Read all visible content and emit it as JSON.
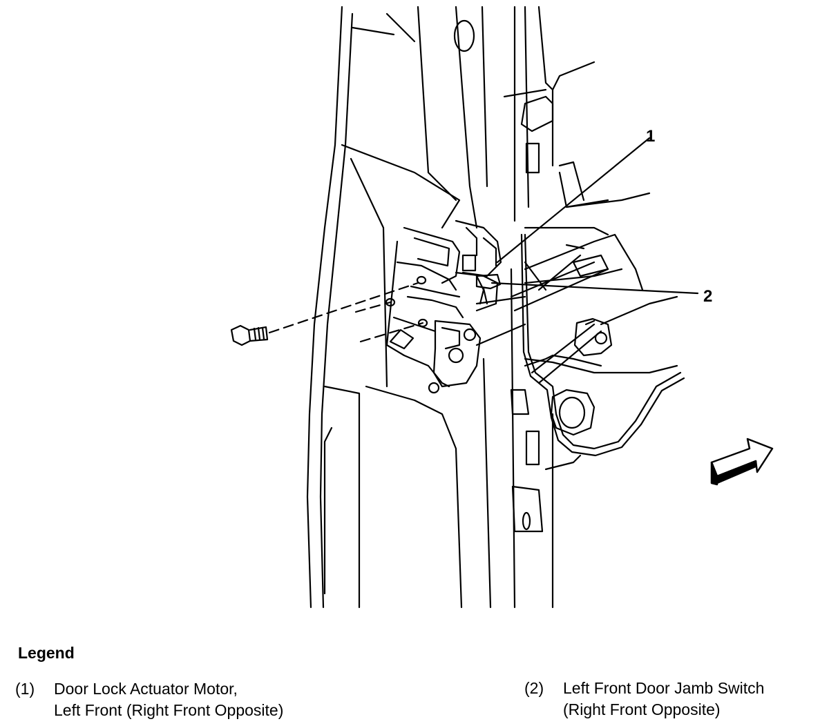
{
  "diagram": {
    "callouts": [
      {
        "number": "1"
      },
      {
        "number": "2"
      }
    ]
  },
  "legend": {
    "title": "Legend",
    "items": [
      {
        "number": "(1)",
        "line1": "Door Lock Actuator Motor,",
        "line2": "Left Front (Right Front Opposite)"
      },
      {
        "number": "(2)",
        "line1": "Left Front Door Jamb Switch",
        "line2": "(Right Front Opposite)"
      }
    ]
  }
}
